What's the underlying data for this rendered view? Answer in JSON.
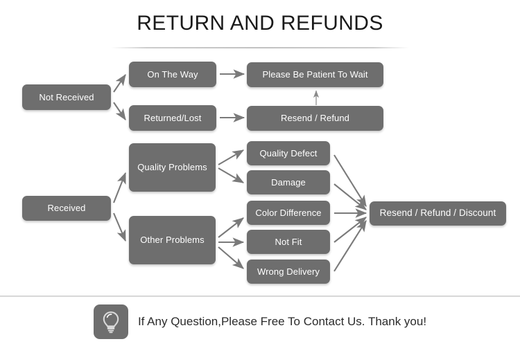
{
  "page": {
    "title": "RETURN AND REFUNDS",
    "background_color": "#ffffff",
    "node_color": "#6e6e6e",
    "node_text_color": "#ffffff",
    "arrow_color": "#7a7a7a",
    "title_color": "#1a1a1a"
  },
  "flow": {
    "nodes": [
      {
        "id": "not-received",
        "label": "Not Received"
      },
      {
        "id": "on-the-way",
        "label": "On The Way"
      },
      {
        "id": "returned-lost",
        "label": "Returned/Lost"
      },
      {
        "id": "please-wait",
        "label": "Please Be Patient To Wait"
      },
      {
        "id": "resend-refund",
        "label": "Resend / Refund"
      },
      {
        "id": "received",
        "label": "Received"
      },
      {
        "id": "quality-problems",
        "label": "Quality Problems"
      },
      {
        "id": "other-problems",
        "label": "Other Problems"
      },
      {
        "id": "quality-defect",
        "label": "Quality Defect"
      },
      {
        "id": "damage",
        "label": "Damage"
      },
      {
        "id": "color-difference",
        "label": "Color Difference"
      },
      {
        "id": "not-fit",
        "label": "Not Fit"
      },
      {
        "id": "wrong-delivery",
        "label": "Wrong Delivery"
      },
      {
        "id": "resend-refund-discount",
        "label": "Resend / Refund / Discount"
      }
    ],
    "edges": [
      {
        "from": "not-received",
        "to": "on-the-way"
      },
      {
        "from": "not-received",
        "to": "returned-lost"
      },
      {
        "from": "on-the-way",
        "to": "please-wait"
      },
      {
        "from": "returned-lost",
        "to": "resend-refund"
      },
      {
        "from": "resend-refund",
        "to": "please-wait"
      },
      {
        "from": "received",
        "to": "quality-problems"
      },
      {
        "from": "received",
        "to": "other-problems"
      },
      {
        "from": "quality-problems",
        "to": "quality-defect"
      },
      {
        "from": "quality-problems",
        "to": "damage"
      },
      {
        "from": "other-problems",
        "to": "color-difference"
      },
      {
        "from": "other-problems",
        "to": "not-fit"
      },
      {
        "from": "other-problems",
        "to": "wrong-delivery"
      },
      {
        "from": "quality-defect",
        "to": "resend-refund-discount"
      },
      {
        "from": "damage",
        "to": "resend-refund-discount"
      },
      {
        "from": "color-difference",
        "to": "resend-refund-discount"
      },
      {
        "from": "not-fit",
        "to": "resend-refund-discount"
      },
      {
        "from": "wrong-delivery",
        "to": "resend-refund-discount"
      }
    ]
  },
  "footer": {
    "icon": "lightbulb-icon",
    "message": "If Any Question,Please Free To Contact Us. Thank you!"
  }
}
